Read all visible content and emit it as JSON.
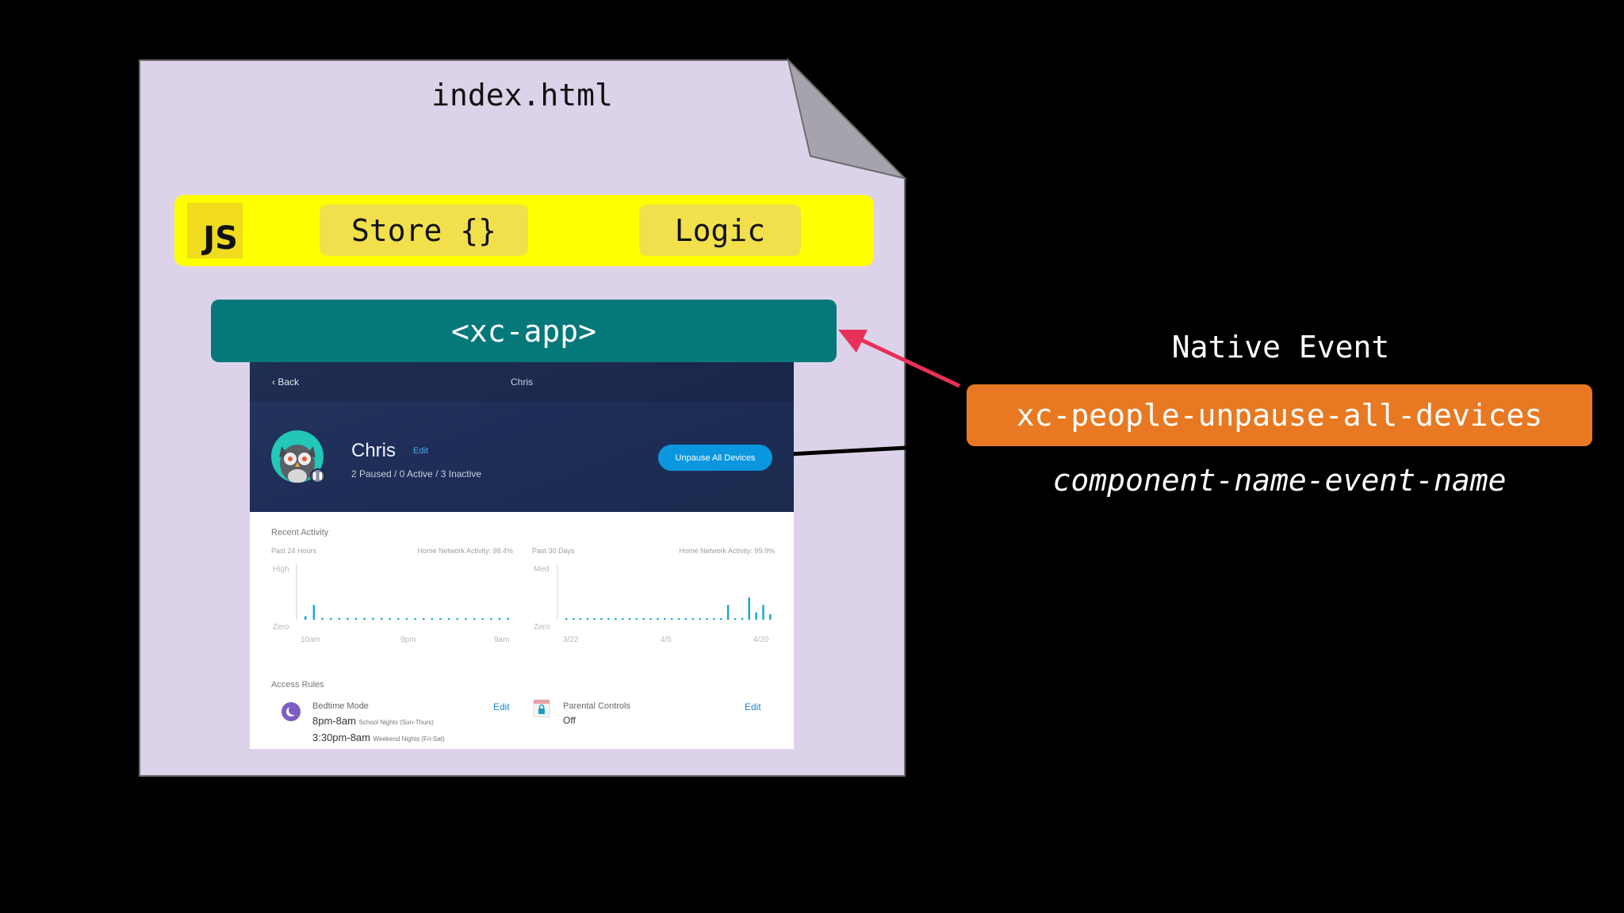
{
  "document": {
    "filename": "index.html",
    "js_badge": "JS",
    "store_label": "Store {}",
    "logic_label": "Logic",
    "app_component": "<xc-app>"
  },
  "app": {
    "back_label": "Back",
    "nav_title": "Chris",
    "person_name": "Chris",
    "edit_label": "Edit",
    "status": "2 Paused / 0 Active / 3 Inactive",
    "unpause_button": "Unpause All Devices",
    "recent_activity_title": "Recent Activity",
    "chart_24h": {
      "period": "Past 24 Hours",
      "network": "Home Network Activity: 98.4%",
      "y_high": "High",
      "y_zero": "Zero",
      "x_ticks": [
        "10am",
        "9pm",
        "9am"
      ]
    },
    "chart_30d": {
      "period": "Past 30 Days",
      "network": "Home Network Activity: 99.9%",
      "y_high": "Med",
      "y_zero": "Zero",
      "x_ticks": [
        "3/22",
        "4/5",
        "4/20"
      ]
    },
    "access_rules_title": "Access Rules",
    "bedtime": {
      "label": "Bedtime Mode",
      "time1": "8pm-8am",
      "time1_sub": "School Nights (Sun-Thurs)",
      "time2": "3:30pm-8am",
      "time2_sub": "Weekend Nights (Fri-Sat)",
      "edit": "Edit"
    },
    "parental": {
      "label": "Parental Controls",
      "value": "Off",
      "edit": "Edit"
    }
  },
  "event": {
    "heading": "Native Event",
    "name": "xc-people-unpause-all-devices",
    "convention": "component-name-event-name"
  },
  "colors": {
    "page": "#dcd3ea",
    "js_band": "#ffff00",
    "app_component": "#05787a",
    "event_box": "#e87922",
    "arrow": "#e8305a"
  },
  "chart_data": [
    {
      "type": "bar",
      "title": "Past 24 Hours",
      "x_ticks": [
        "10am",
        "9pm",
        "9am"
      ],
      "values": [
        2,
        8,
        1,
        1,
        1,
        1,
        1,
        1,
        1,
        1,
        0.4,
        0.4,
        0.4,
        0.4,
        0.4,
        0.4,
        0.4,
        0.4,
        0.4,
        0.4,
        0.4,
        0.4,
        0.4,
        1,
        1
      ],
      "ylim": [
        0,
        30
      ]
    },
    {
      "type": "bar",
      "title": "Past 30 Days",
      "x_ticks": [
        "3/22",
        "4/5",
        "4/20"
      ],
      "values": [
        0.4,
        0.4,
        0.4,
        0.4,
        0.4,
        0.4,
        0.4,
        0.4,
        0.4,
        0.4,
        0.4,
        0.4,
        0.4,
        0.4,
        0.4,
        0.4,
        0.4,
        0.4,
        0.4,
        0.4,
        0.4,
        0.4,
        0.4,
        8,
        0.4,
        1,
        12,
        4,
        8,
        3
      ],
      "ylim": [
        0,
        30
      ]
    }
  ]
}
